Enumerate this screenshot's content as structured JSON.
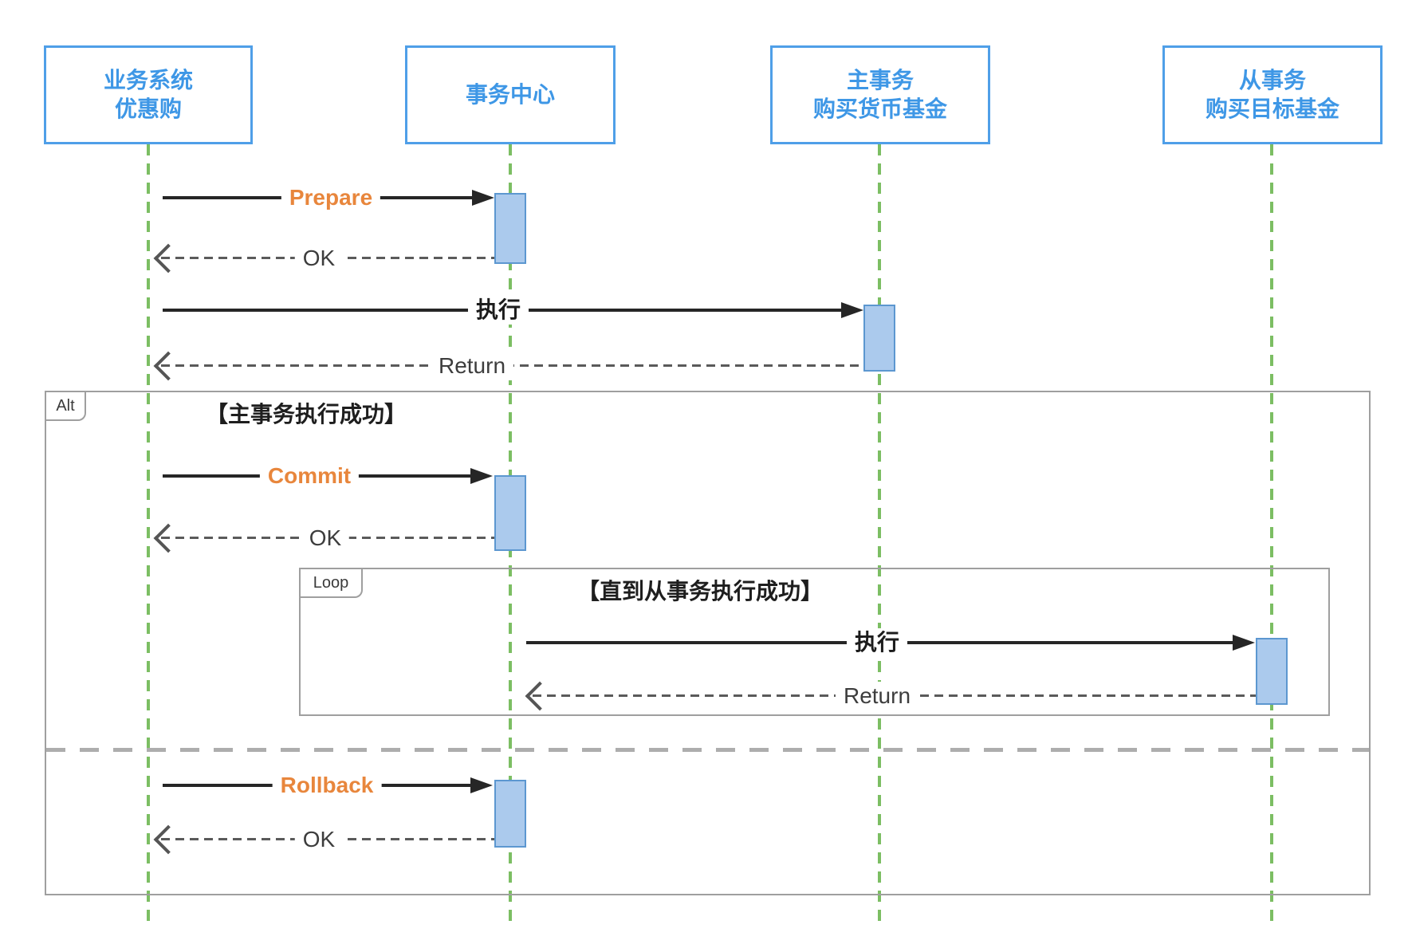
{
  "diagram": {
    "type": "uml-sequence",
    "participants": [
      {
        "id": "biz",
        "lines": [
          "业务系统",
          "优惠购"
        ]
      },
      {
        "id": "txcenter",
        "lines": [
          "事务中心"
        ]
      },
      {
        "id": "main-tx",
        "lines": [
          "主事务",
          "购买货币基金"
        ]
      },
      {
        "id": "sub-tx",
        "lines": [
          "从事务",
          "购买目标基金"
        ]
      }
    ],
    "fragments": {
      "alt": {
        "label": "Alt",
        "condition": "【主事务执行成功】"
      },
      "loop": {
        "label": "Loop",
        "condition": "【直到从事务执行成功】"
      }
    },
    "messages": [
      {
        "label": "Prepare",
        "from": "biz",
        "to": "txcenter",
        "kind": "solid"
      },
      {
        "label": "OK",
        "from": "txcenter",
        "to": "biz",
        "kind": "return"
      },
      {
        "label": "执行",
        "from": "biz",
        "to": "main-tx",
        "kind": "solid"
      },
      {
        "label": "Return",
        "from": "main-tx",
        "to": "biz",
        "kind": "return"
      },
      {
        "label": "Commit",
        "from": "biz",
        "to": "txcenter",
        "kind": "solid"
      },
      {
        "label": "OK",
        "from": "txcenter",
        "to": "biz",
        "kind": "return"
      },
      {
        "label": "执行",
        "from": "txcenter",
        "to": "sub-tx",
        "kind": "solid"
      },
      {
        "label": "Return",
        "from": "sub-tx",
        "to": "txcenter",
        "kind": "return"
      },
      {
        "label": "Rollback",
        "from": "biz",
        "to": "txcenter",
        "kind": "solid"
      },
      {
        "label": "OK",
        "from": "txcenter",
        "to": "biz",
        "kind": "return"
      }
    ],
    "colors": {
      "participant_border": "#4f9fe8",
      "participant_text": "#3e97e6",
      "lifeline": "#7cbe63",
      "activation_fill": "#abcaed",
      "activation_border": "#5c97d0",
      "solid_arrow": "#262626",
      "return_arrow": "#5a5a5a",
      "emphasis_label": "#e8863c",
      "fragment_border": "#9f9f9f"
    }
  }
}
